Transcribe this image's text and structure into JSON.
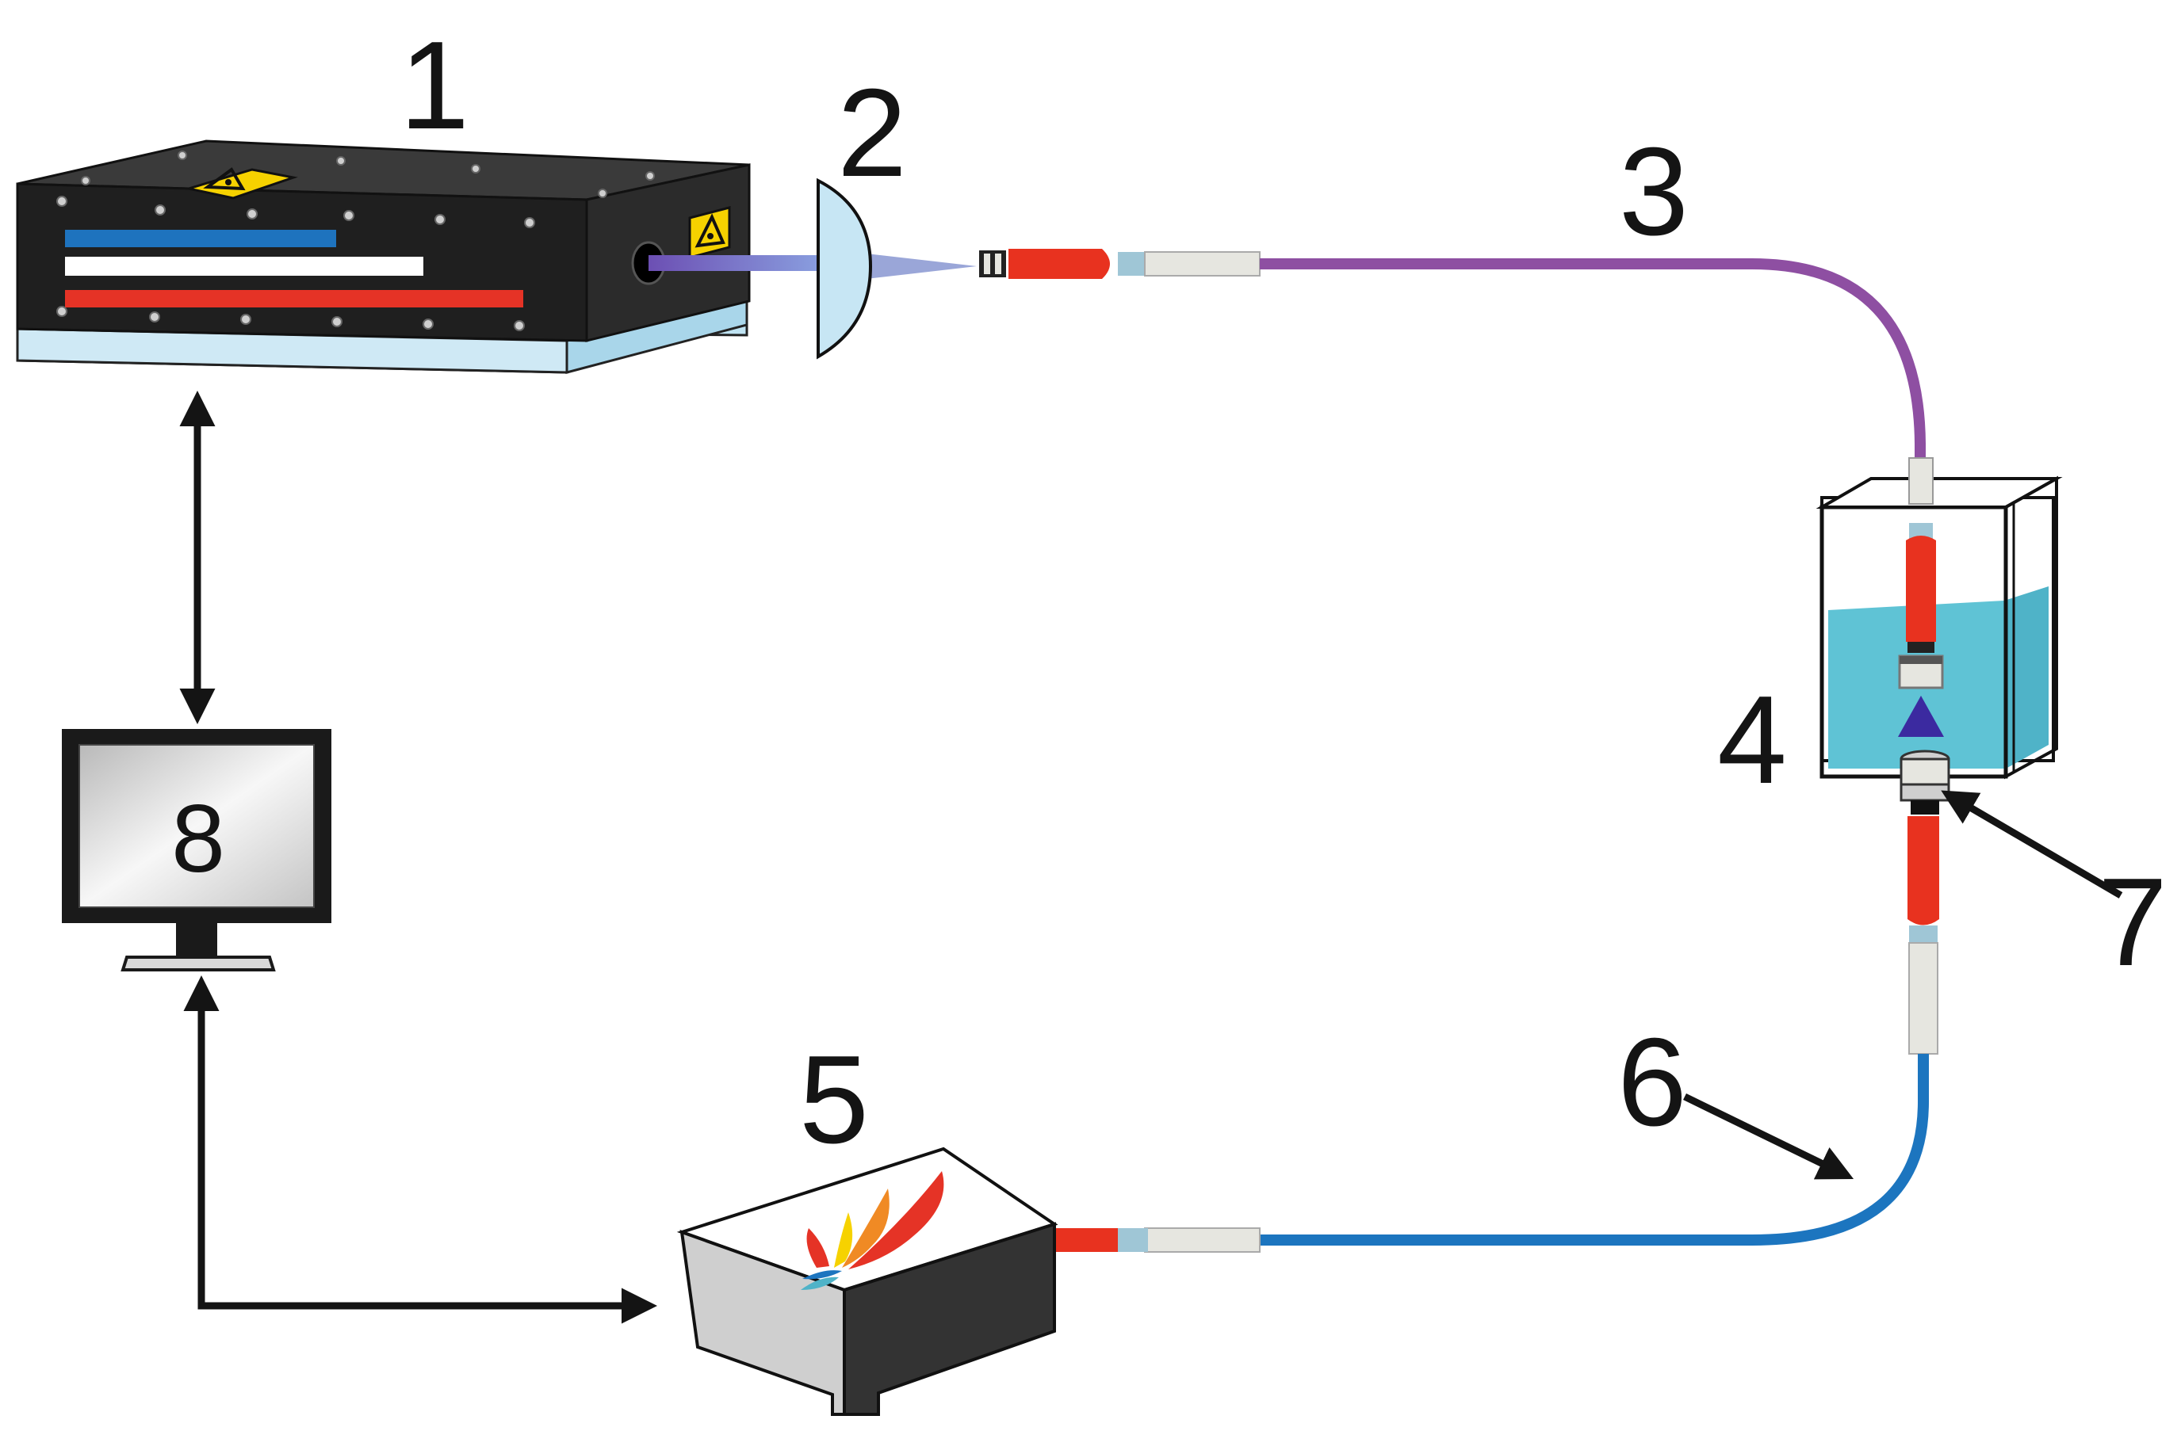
{
  "labels": {
    "laser": "1",
    "lens": "2",
    "fiber_in": "3",
    "cuvette": "4",
    "spectrometer": "5",
    "fiber_out": "6",
    "probe": "7",
    "computer": "8"
  },
  "colors": {
    "laser_body": "#1c1c1c",
    "laser_base": "#bfe3f2",
    "stripe_blue": "#1e73be",
    "stripe_white": "#ffffff",
    "stripe_red": "#e53326",
    "beam": "#6c4fb3",
    "lens": "#c7e6f4",
    "connector_red": "#e8321f",
    "ferrule": "#e6e6e0",
    "fiber_purple": "#8e4fa2",
    "fiber_blue": "#1c75bf",
    "water": "#5fc3d5",
    "prism": "#3b2aa0",
    "warning_yellow": "#f6d200",
    "arrow": "#141414"
  },
  "icons": {
    "warning": "laser-warning-icon",
    "spectrum_logo": "spectrum-flame-icon"
  }
}
